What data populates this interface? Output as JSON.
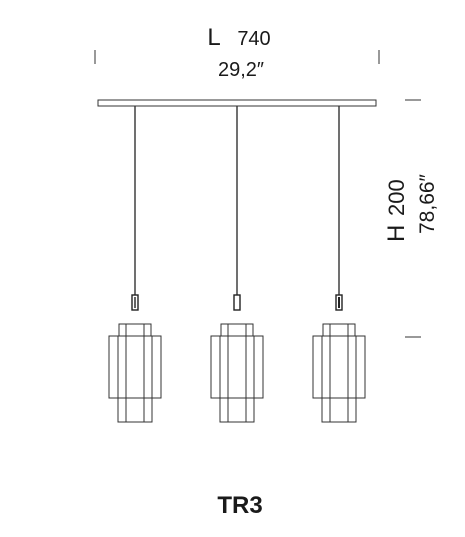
{
  "dimensions": {
    "length": {
      "label": "L",
      "mm": "740",
      "inch": "29,2″"
    },
    "height": {
      "label": "H",
      "mm": "200",
      "inch": "78,66″"
    }
  },
  "model": "TR3"
}
